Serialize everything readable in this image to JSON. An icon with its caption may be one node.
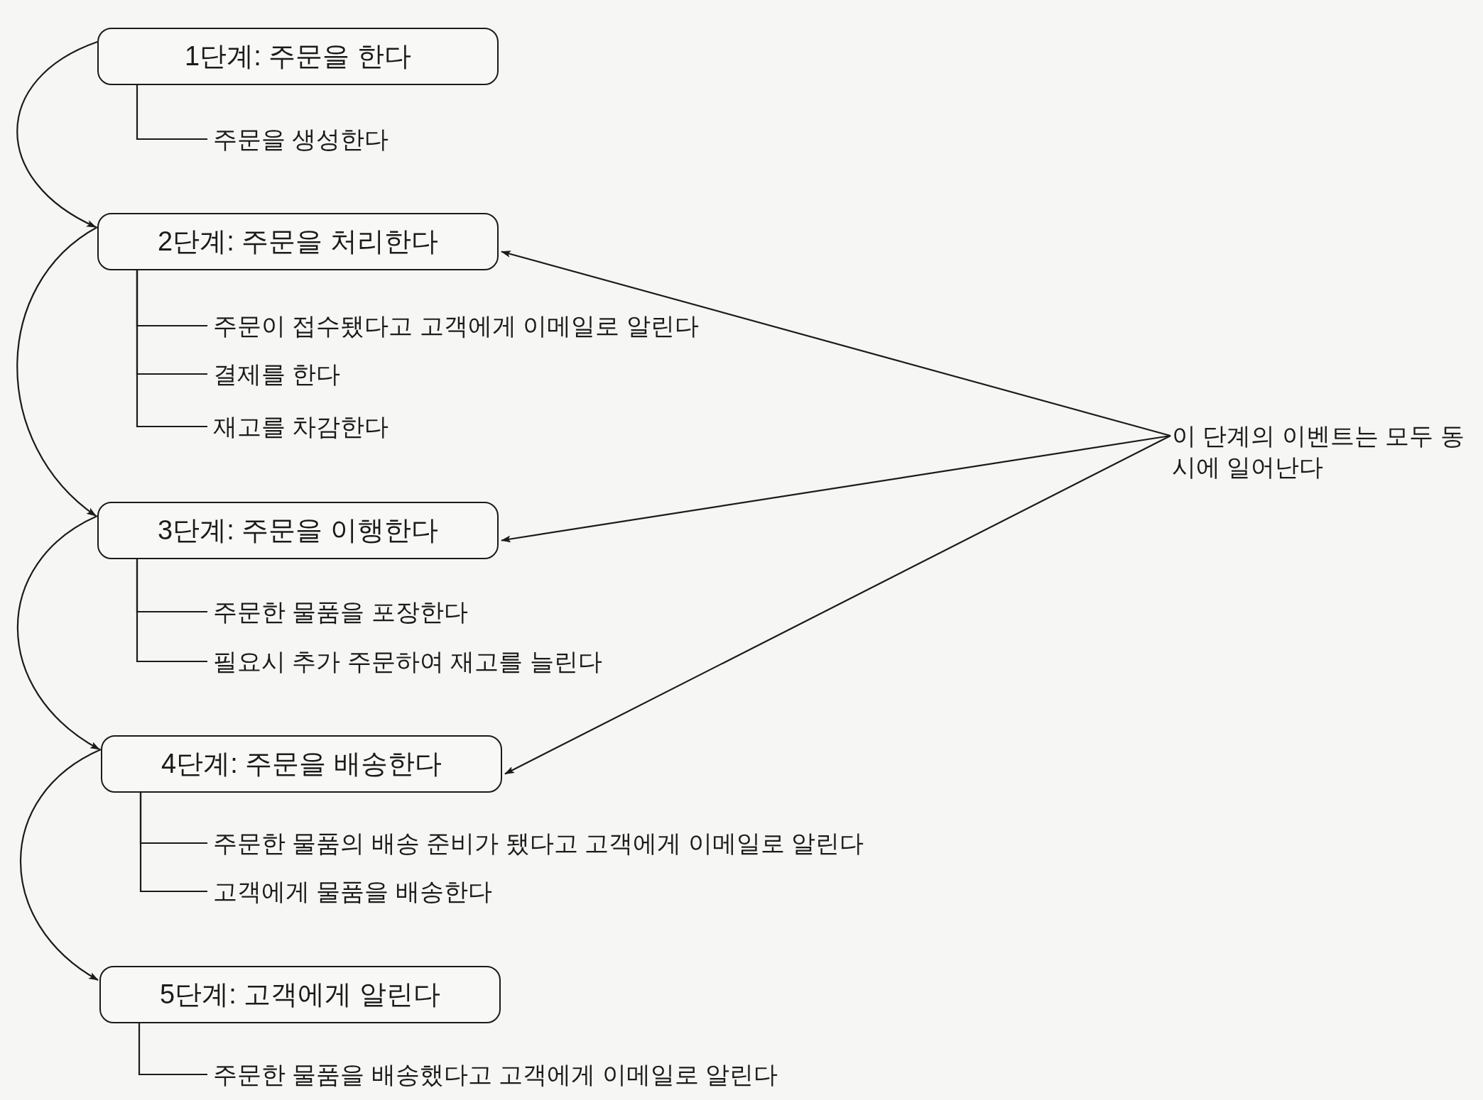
{
  "diagram": {
    "nodes": [
      {
        "text": [
          "1단계: 주문을 한다"
        ]
      },
      {
        "text": [
          "주문을 생성한다"
        ]
      },
      {
        "text": [
          "2단계: 주문을 처리한다"
        ]
      },
      {
        "text": [
          "주문이 접수됐다고 고객에게 이메일로 알린다"
        ]
      },
      {
        "text": [
          "결제를 한다"
        ]
      },
      {
        "text": [
          "재고를 차감한다"
        ]
      },
      {
        "text": [
          "3단계: 주문을 이행한다"
        ]
      },
      {
        "text": [
          "주문한 물품을 포장한다"
        ]
      },
      {
        "text": [
          "필요시 추가 주문하여 재고를 늘린다"
        ]
      },
      {
        "text": [
          "4단계: 주문을 배송한다"
        ]
      },
      {
        "text": [
          "주문한 물품의 배송 준비가 됐다고 고객에게 이메일로 알린다"
        ]
      },
      {
        "text": [
          "고객에게 물품을 배송한다"
        ]
      },
      {
        "text": [
          "5단계: 고객에게 알린다"
        ]
      },
      {
        "text": [
          "주문한 물품을 배송했다고 고객에게 이메일로 알린다"
        ]
      },
      {
        "text": [
          "이 단계의 이벤트는 모두 동시에 일어난다"
        ]
      }
    ],
    "edges": [
      {
        "from": 0,
        "to": 2,
        "arrow": "to"
      },
      {
        "from": 2,
        "to": 6,
        "arrow": "to"
      },
      {
        "from": 6,
        "to": 9,
        "arrow": "to"
      },
      {
        "from": 9,
        "to": 12,
        "arrow": "to"
      },
      {
        "from": 0,
        "to": 1,
        "arrow": "none"
      },
      {
        "from": 2,
        "to": 3,
        "arrow": "none"
      },
      {
        "from": 2,
        "to": 4,
        "arrow": "none"
      },
      {
        "from": 2,
        "to": 5,
        "arrow": "none"
      },
      {
        "from": 6,
        "to": 7,
        "arrow": "none"
      },
      {
        "from": 6,
        "to": 8,
        "arrow": "none"
      },
      {
        "from": 9,
        "to": 10,
        "arrow": "none"
      },
      {
        "from": 9,
        "to": 11,
        "arrow": "none"
      },
      {
        "from": 12,
        "to": 13,
        "arrow": "none"
      },
      {
        "from": 14,
        "to": 2,
        "arrow": "to"
      },
      {
        "from": 14,
        "to": 6,
        "arrow": "to"
      },
      {
        "from": 14,
        "to": 9,
        "arrow": "to"
      }
    ]
  }
}
